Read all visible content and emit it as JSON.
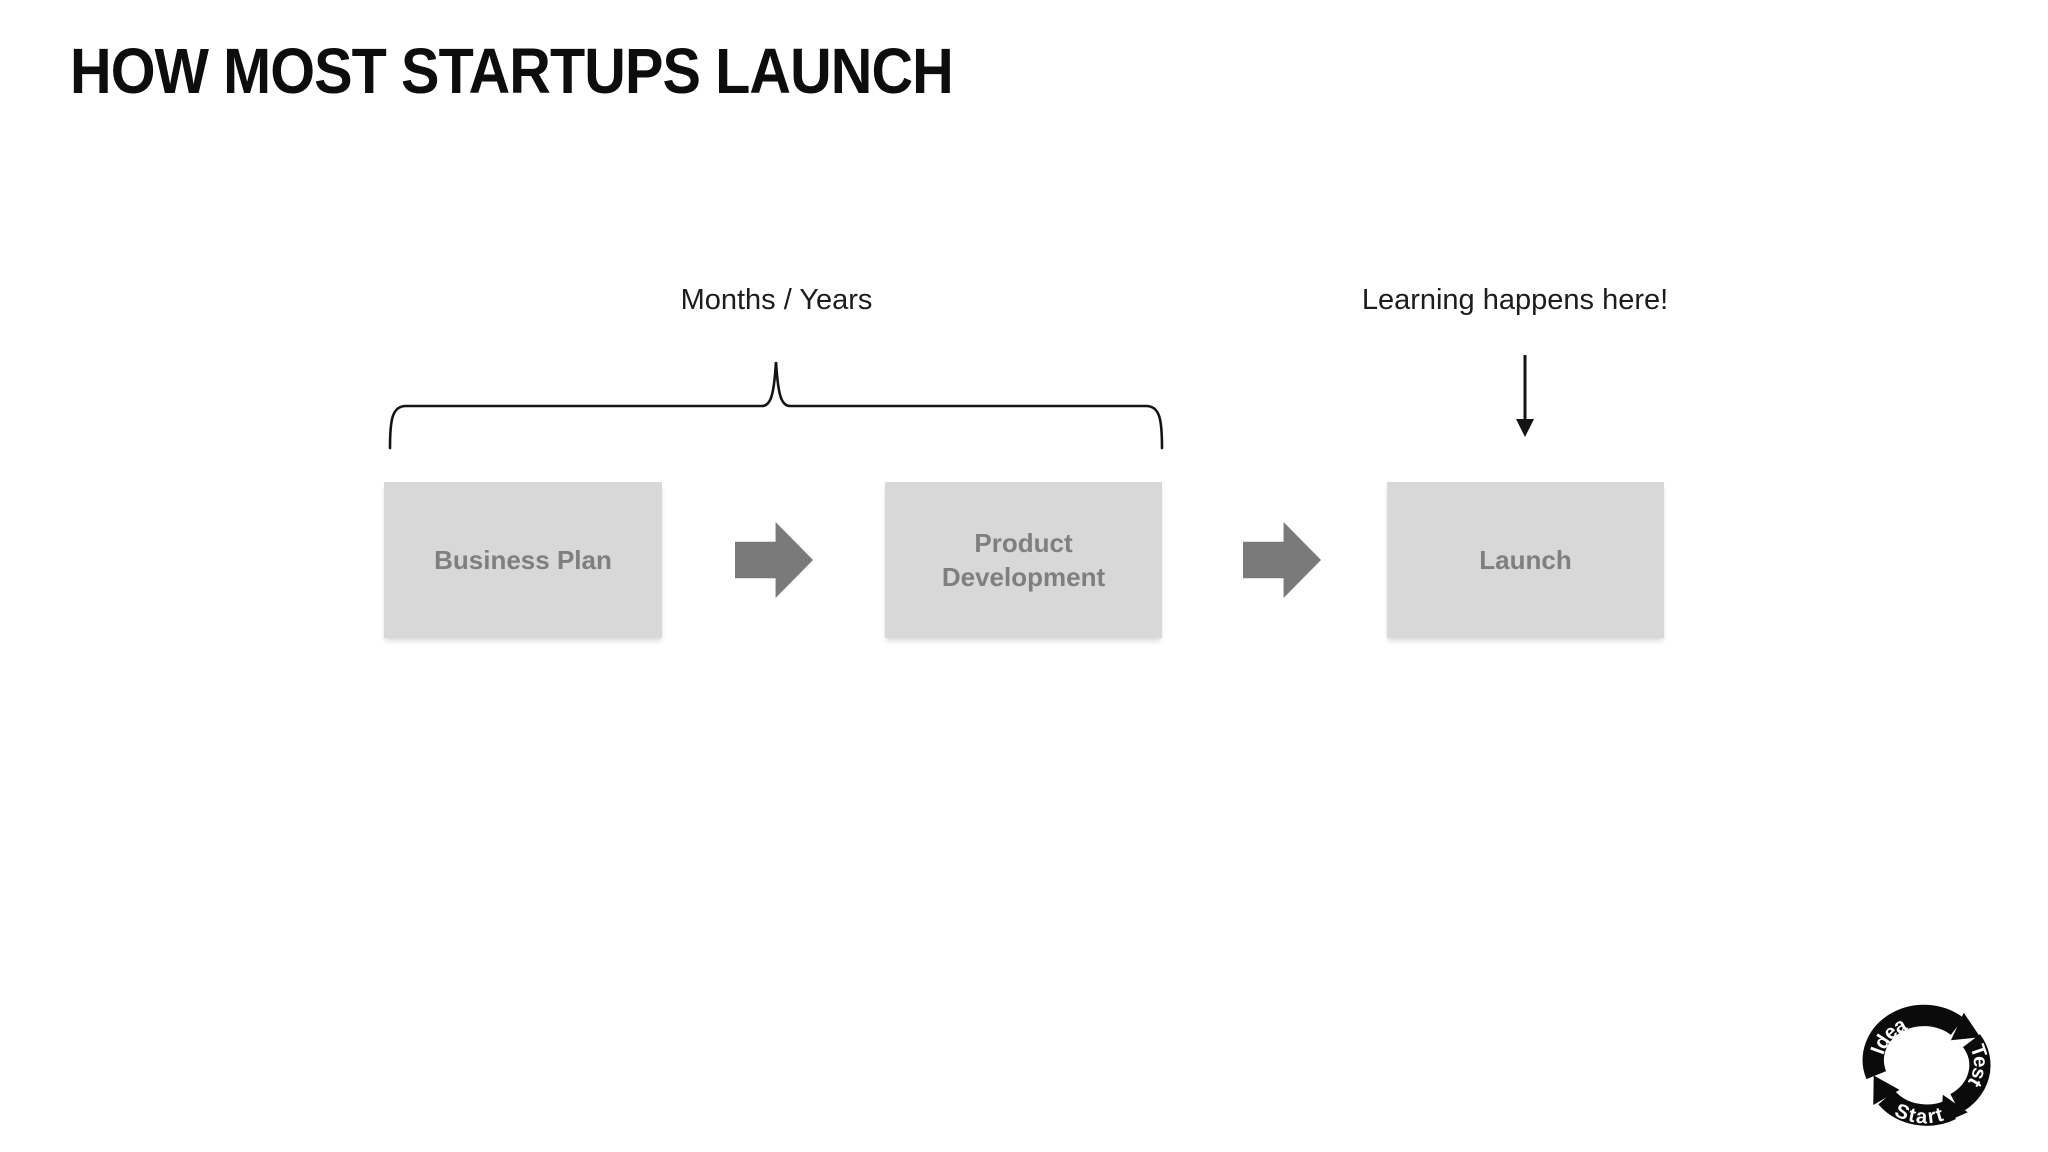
{
  "slide": {
    "title": "HOW MOST STARTUPS LAUNCH",
    "annotations": {
      "timeline_label": "Months / Years",
      "learning_label": "Learning happens here!"
    },
    "steps": [
      {
        "label": "Business Plan"
      },
      {
        "label": "Product Development"
      },
      {
        "label": "Launch"
      }
    ],
    "logo": {
      "words": [
        "Idea",
        "Test",
        "Start"
      ]
    },
    "colors": {
      "background": "#ffffff",
      "title_text": "#0d0d0d",
      "annotation_text": "#1c1c1c",
      "box_fill": "#d8d8d8",
      "box_text": "#7f7f7f",
      "connector_arrow_fill": "#7a7a7a",
      "line_ink": "#141414",
      "logo_ink": "#0b0b0b",
      "logo_text": "#ffffff"
    }
  }
}
